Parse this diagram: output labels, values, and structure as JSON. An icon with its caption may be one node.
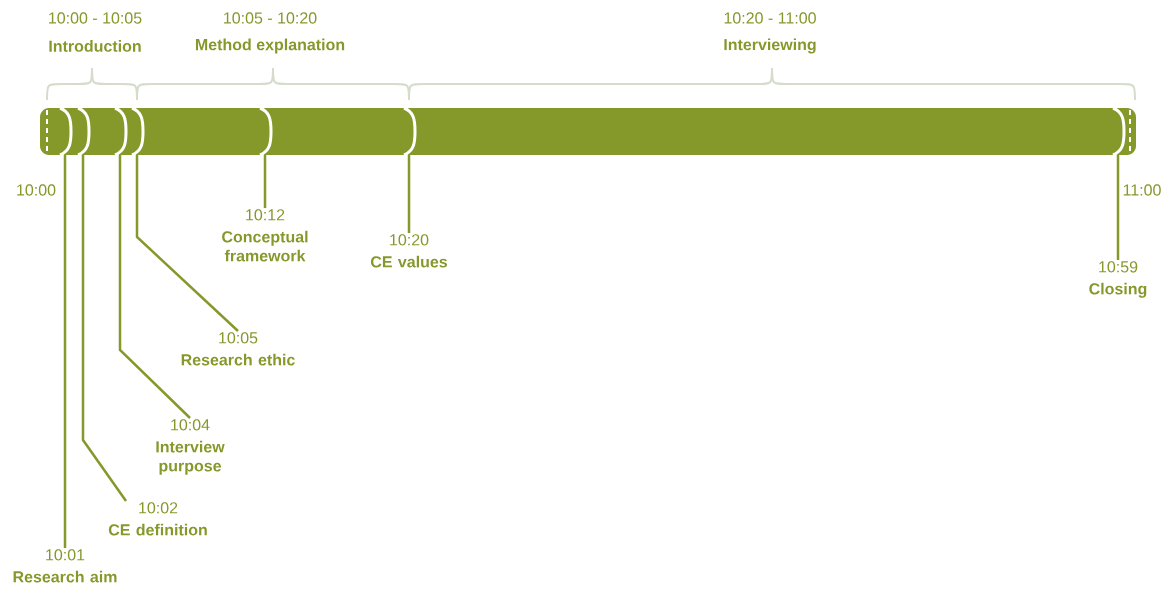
{
  "diagram": {
    "nodes": [
      {
        "text": [],
        "shape": "bar"
      },
      {
        "text": [
          "10:01",
          "Research aim"
        ]
      },
      {
        "text": [
          "10:02",
          "CE definition"
        ]
      },
      {
        "text": [
          "10:04",
          "Interview purpose"
        ]
      },
      {
        "text": [
          "10:05",
          "Research ethic"
        ]
      },
      {
        "text": [
          "10:12",
          "Conceptual framework"
        ]
      },
      {
        "text": [
          "10:20",
          "CE values"
        ]
      },
      {
        "text": [
          "10:59",
          "Closing"
        ]
      }
    ],
    "edges": [
      {
        "from": 1,
        "to": 0,
        "arrow": "none"
      },
      {
        "from": 2,
        "to": 0,
        "arrow": "none"
      },
      {
        "from": 3,
        "to": 0,
        "arrow": "none"
      },
      {
        "from": 4,
        "to": 0,
        "arrow": "none"
      },
      {
        "from": 5,
        "to": 0,
        "arrow": "none"
      },
      {
        "from": 6,
        "to": 0,
        "arrow": "none"
      },
      {
        "from": 7,
        "to": 0,
        "arrow": "none"
      }
    ],
    "labels": [
      "10:00 - 10:05",
      "10:05 - 10:20",
      "10:20 - 11:00",
      "Introduction",
      "Method explanation",
      "Interviewing",
      "10:00",
      "11:00"
    ]
  }
}
